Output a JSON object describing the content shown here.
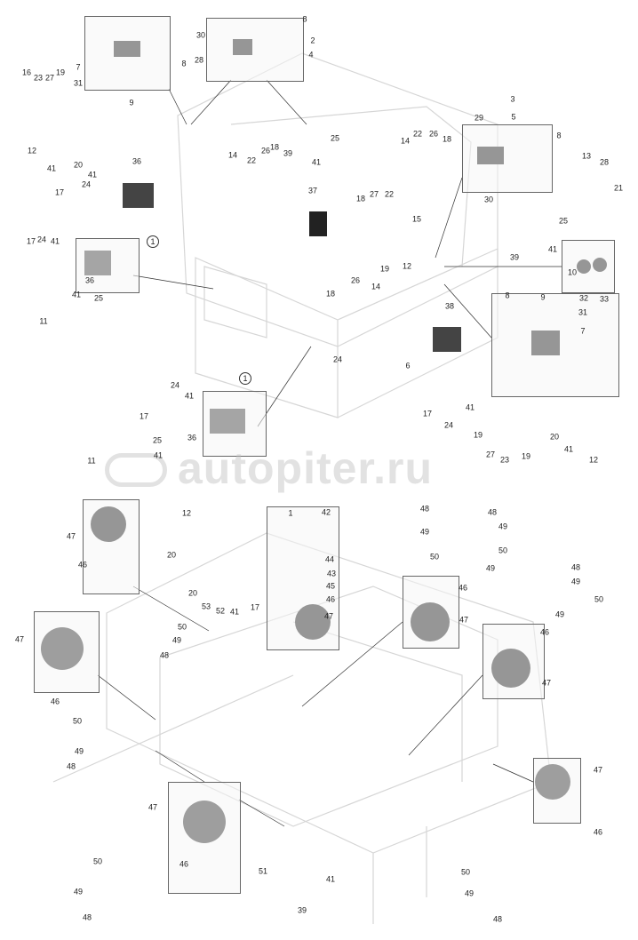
{
  "watermark": "autopiter.ru",
  "callouts": [
    "16",
    "23",
    "27",
    "19",
    "7",
    "31",
    "9",
    "8",
    "8",
    "30",
    "2",
    "28",
    "4",
    "12",
    "41",
    "20",
    "41",
    "24",
    "17",
    "36",
    "14",
    "22",
    "26",
    "18",
    "39",
    "41",
    "25",
    "3",
    "5",
    "14",
    "22",
    "26",
    "18",
    "29",
    "8",
    "30",
    "13",
    "28",
    "21",
    "37",
    "18",
    "27",
    "22",
    "15",
    "25",
    "39",
    "41",
    "10",
    "32",
    "33",
    "17",
    "24",
    "41",
    "36",
    "41",
    "25",
    "11",
    "1",
    "19",
    "12",
    "18",
    "26",
    "14",
    "38",
    "24",
    "6",
    "8",
    "9",
    "31",
    "7",
    "17",
    "24",
    "41",
    "19",
    "27",
    "23",
    "19",
    "20",
    "41",
    "12",
    "24",
    "41",
    "17",
    "36",
    "25",
    "41",
    "11",
    "1",
    "12",
    "20",
    "47",
    "46",
    "20",
    "53",
    "52",
    "41",
    "17",
    "50",
    "49",
    "48",
    "1",
    "42",
    "44",
    "43",
    "45",
    "46",
    "47",
    "48",
    "49",
    "50",
    "48",
    "49",
    "50",
    "49",
    "48",
    "49",
    "50",
    "49",
    "46",
    "47",
    "46",
    "47",
    "47",
    "46",
    "50",
    "49",
    "48",
    "47",
    "46",
    "50",
    "49",
    "48",
    "47",
    "46",
    "51",
    "39",
    "41",
    "50",
    "49",
    "48"
  ]
}
